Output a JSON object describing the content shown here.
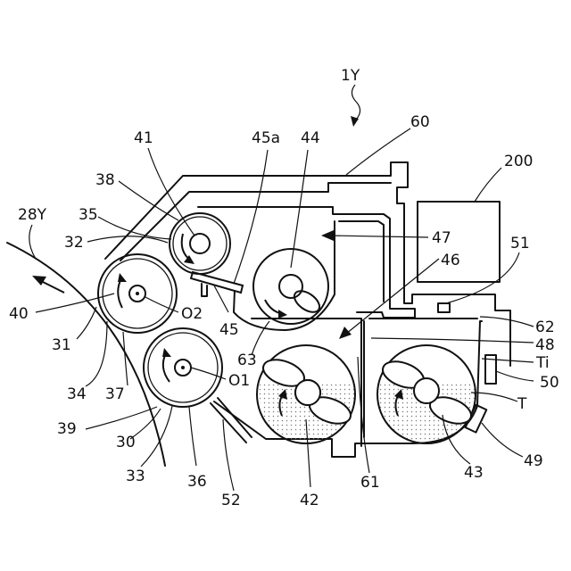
{
  "labels": {
    "l_1y": "1Y",
    "l_60": "60",
    "l_200": "200",
    "l_41": "41",
    "l_45a": "45a",
    "l_44": "44",
    "l_38": "38",
    "l_28y": "28Y",
    "l_35": "35",
    "l_32": "32",
    "l_47": "47",
    "l_51": "51",
    "l_46": "46",
    "l_40": "40",
    "l_o2": "O2",
    "l_45": "45",
    "l_62": "62",
    "l_31": "31",
    "l_48": "48",
    "l_63": "63",
    "l_ti": "Ti",
    "l_34": "34",
    "l_37": "37",
    "l_o1": "O1",
    "l_50": "50",
    "l_t": "T",
    "l_39": "39",
    "l_30": "30",
    "l_49": "49",
    "l_33": "33",
    "l_36": "36",
    "l_43": "43",
    "l_61": "61",
    "l_52": "52",
    "l_42": "42"
  }
}
